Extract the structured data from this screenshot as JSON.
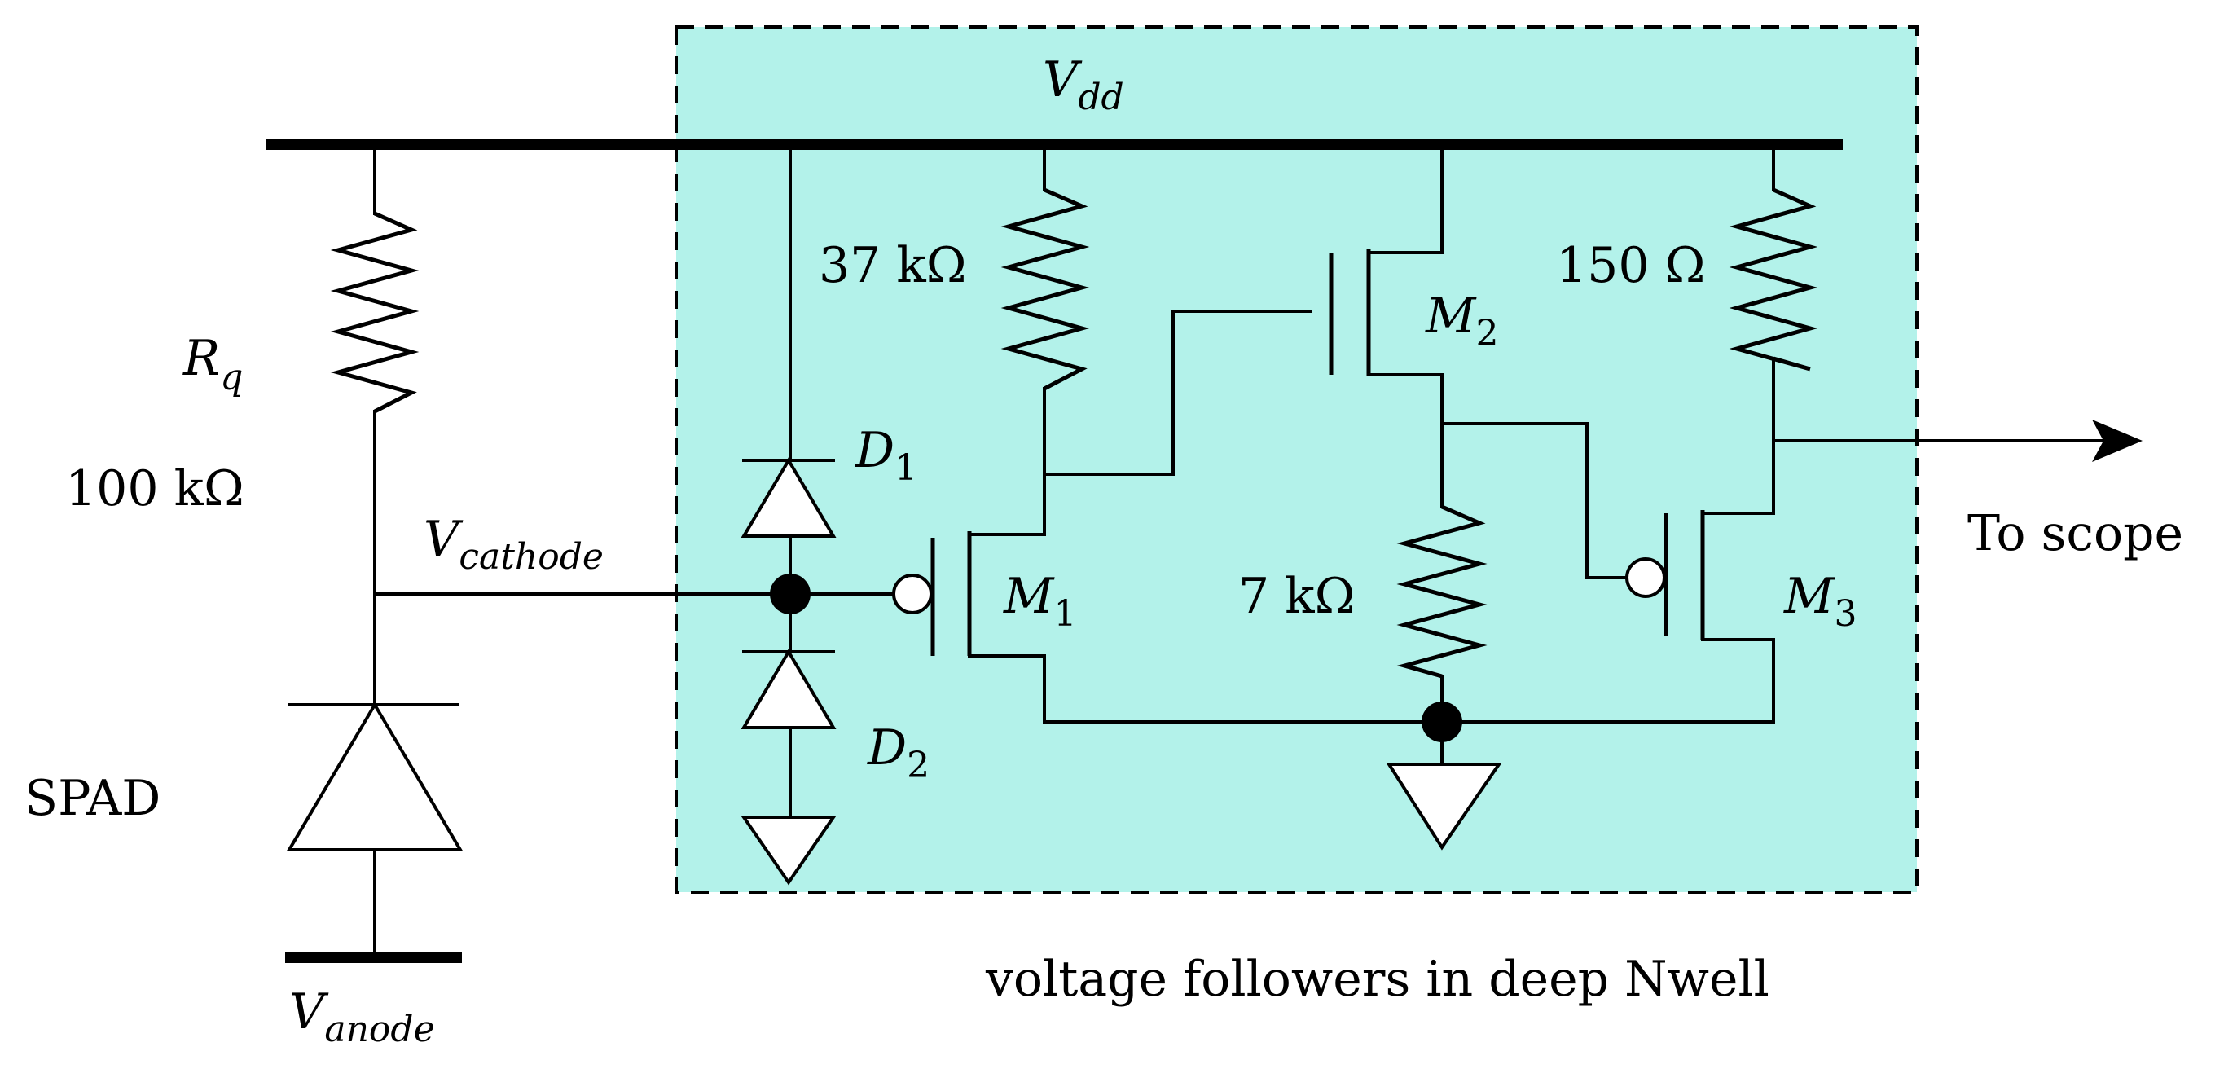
{
  "labels": {
    "vdd_main": "V",
    "vdd_sub": "dd",
    "rq_main": "R",
    "rq_sub": "q",
    "rq_value": "100 kΩ",
    "vcathode_main": "V",
    "vcathode_sub": "cathode",
    "spad": "SPAD",
    "vanode_main": "V",
    "vanode_sub": "anode",
    "r37": "37 kΩ",
    "r150": "150 Ω",
    "r7": "7 kΩ",
    "d1_main": "D",
    "d1_sub": "1",
    "d2_main": "D",
    "d2_sub": "2",
    "m1_main": "M",
    "m1_sub": "1",
    "m2_main": "M",
    "m2_sub": "2",
    "m3_main": "M",
    "m3_sub": "3",
    "to_scope": "To scope",
    "nwell_caption": "voltage followers in deep Nwell"
  },
  "colors": {
    "nwell_fill": "#b3f2ea",
    "ink": "#000000"
  }
}
